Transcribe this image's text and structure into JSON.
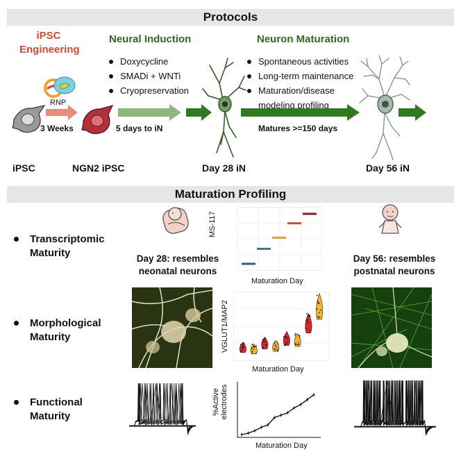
{
  "banners": {
    "protocols": "Protocols",
    "maturation": "Maturation Profiling"
  },
  "stages": {
    "ipsc_engineering": [
      "iPSC",
      "Engineering"
    ],
    "neural_induction": "Neural Induction",
    "neuron_maturation": "Neuron Maturation"
  },
  "induction_steps": [
    "Doxycycline",
    "SMADi + WNTi",
    "Cryopreservation"
  ],
  "maturation_steps": [
    "Spontaneous activities",
    "Long-term maintenance",
    "Maturation/disease",
    "modeling profiling"
  ],
  "rnp_label": "RNP",
  "arrows": {
    "a1": "3 Weeks",
    "a2": "5 days to iN",
    "a3": "Matures >=150 days"
  },
  "cells": {
    "c1": "iPSC",
    "c2": "NGN2 iPSC",
    "c3": "Day 28 iN",
    "c4": "Day 56 iN"
  },
  "profiling": {
    "transcriptomic": [
      "Transcriptomic",
      "Maturity"
    ],
    "morphological": [
      "Morphological",
      "Maturity"
    ],
    "functional": [
      "Functional",
      "Maturity"
    ]
  },
  "resemblance": {
    "day28": [
      "Day 28: resembles",
      "neonatal neurons"
    ],
    "day56": [
      "Day 56: resembles",
      "postnatal neurons"
    ]
  },
  "colors": {
    "engineering_red": "#d9472b",
    "induction_green": "#2e6b1f",
    "arrow_light_green": "#8cb87a",
    "arrow_dark_green": "#2f7a1f",
    "banner_gray": "#e6e6e6",
    "violin_red": "#d7262b",
    "violin_yellow": "#f2b824"
  },
  "chart_data": [
    {
      "type": "line",
      "ylabel": "MS-117",
      "xlabel": "Maturation Day",
      "x": [
        1,
        2,
        3,
        4,
        5
      ],
      "y": [
        0.05,
        0.32,
        0.52,
        0.78,
        0.95
      ],
      "ylim": [
        0,
        1
      ],
      "colors": [
        "#2b5f7a",
        "#4a6f85",
        "#e79b3a",
        "#c0523c",
        "#8b1a1a"
      ],
      "grid": true
    },
    {
      "type": "scatter",
      "ylabel": "VGLUT1/MAP2",
      "xlabel": "Maturation Day",
      "x": [
        1,
        2,
        3,
        4,
        5,
        6,
        7,
        8
      ],
      "y": [
        0.12,
        0.1,
        0.18,
        0.14,
        0.24,
        0.22,
        0.45,
        0.68
      ],
      "ylim": [
        0,
        1
      ],
      "series_colors": [
        "#d7262b",
        "#f2b824",
        "#d7262b",
        "#f2b824",
        "#d7262b",
        "#f2b824",
        "#d7262b",
        "#f2b824"
      ],
      "grid": true
    },
    {
      "type": "line",
      "ylabel": "%Active electrodes",
      "xlabel": "Maturation Day",
      "x": [
        0,
        1,
        2,
        3,
        4,
        5,
        6,
        7,
        8,
        9,
        10,
        11
      ],
      "y": [
        0.0,
        0.03,
        0.08,
        0.15,
        0.2,
        0.35,
        0.4,
        0.45,
        0.55,
        0.62,
        0.72,
        0.82
      ],
      "ylim": [
        0,
        1
      ],
      "grid": false
    }
  ]
}
